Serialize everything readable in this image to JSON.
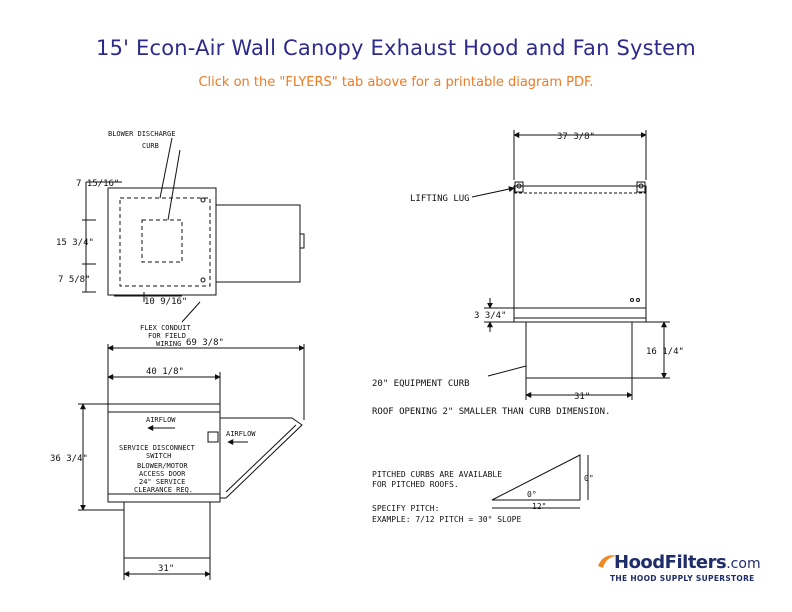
{
  "header": {
    "title": "15' Econ-Air Wall Canopy Exhaust Hood and Fan System",
    "subtitle": "Click on the \"FLYERS\" tab above for a printable diagram PDF."
  },
  "top_left_view": {
    "blower_discharge": "BLOWER DISCHARGE",
    "curb": "CURB",
    "dim_7_15_16": "7 15/16\"",
    "dim_15_3_4": "15 3/4\"",
    "dim_7_5_8": "7 5/8\"",
    "dim_10_9_16": "10 9/16\"",
    "flex_conduit_1": "FLEX CONDUIT",
    "flex_conduit_2": "FOR FIELD",
    "flex_conduit_3": "WIRING"
  },
  "front_view": {
    "dim_69_3_8": "69 3/8\"",
    "dim_40_1_8": "40 1/8\"",
    "dim_36_3_4": "36 3/4\"",
    "dim_31": "31\"",
    "airflow_inner": "AIRFLOW",
    "airflow_outer": "AIRFLOW",
    "service_switch_1": "SERVICE DISCONNECT",
    "service_switch_2": "SWITCH",
    "access_1": "BLOWER/MOTOR",
    "access_2": "ACCESS DOOR",
    "access_3": "24\" SERVICE",
    "access_4": "CLEARANCE REQ."
  },
  "curb_view": {
    "dim_37_3_8": "37 3/8\"",
    "lifting_lug": "LIFTING LUG",
    "dim_3_3_4": "3 3/4\"",
    "dim_16_1_4": "16 1/4\"",
    "equipment_curb": "20\" EQUIPMENT CURB",
    "dim_31": "31\"",
    "roof_opening": "ROOF OPENING 2\" SMALLER THAN CURB DIMENSION."
  },
  "pitch_note": {
    "line1": "PITCHED CURBS ARE AVAILABLE",
    "line2": "FOR PITCHED ROOFS.",
    "line3": "SPECIFY PITCH:",
    "line4": "EXAMPLE: 7/12 PITCH = 30° SLOPE",
    "label_o_right": "0\"",
    "label_o_angle": "0°",
    "label_12": "12\""
  },
  "logo": {
    "name": "HoodFilters",
    "tld": ".com",
    "tagline": "THE HOOD SUPPLY SUPERSTORE",
    "primary_color": "#1f2d6b",
    "accent_color": "#f08a24"
  },
  "colors": {
    "title": "#2e2a8c",
    "subtitle": "#ee7a22",
    "line": "#111111"
  }
}
